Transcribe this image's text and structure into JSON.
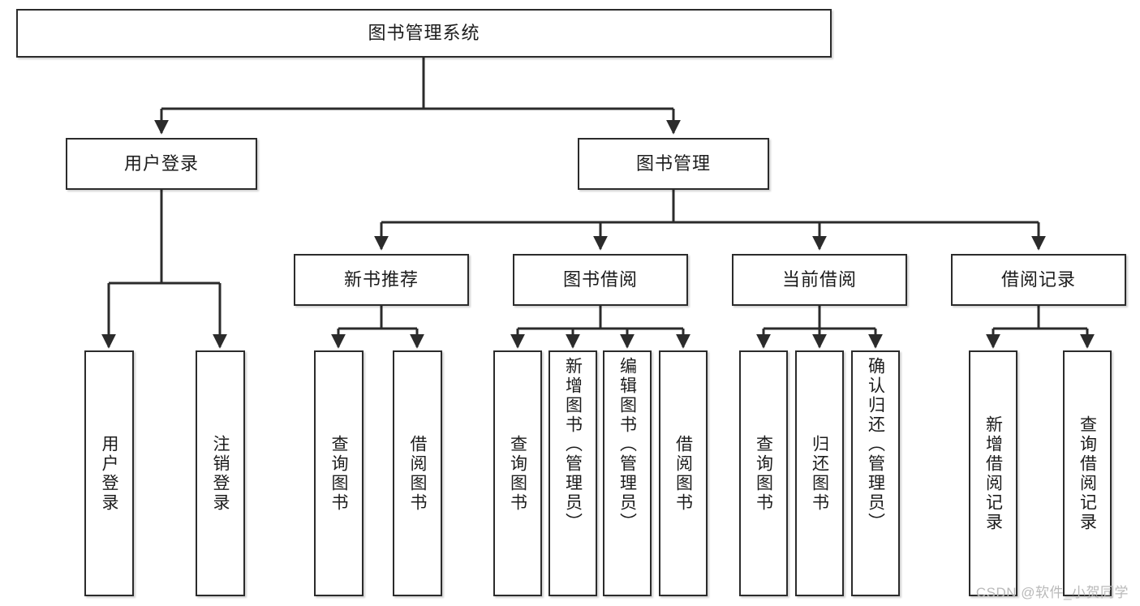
{
  "diagram": {
    "title": "图书管理系统",
    "type": "tree",
    "watermark": "CSDN @软件_小贺同学",
    "colors": {
      "stroke": "#2b2b2b",
      "fill": "#ffffff",
      "text": "#1c1c1c",
      "watermark": "#b9b9b9"
    },
    "root": {
      "label": "图书管理系统"
    },
    "level1": [
      {
        "label": "用户登录"
      },
      {
        "label": "图书管理"
      }
    ],
    "level2": [
      {
        "label": "新书推荐"
      },
      {
        "label": "图书借阅"
      },
      {
        "label": "当前借阅"
      },
      {
        "label": "借阅记录"
      }
    ],
    "leaves": {
      "user_login": [
        {
          "label": "用户登录"
        },
        {
          "label": "注销登录"
        }
      ],
      "new_book_recommend": [
        {
          "label": "查询图书"
        },
        {
          "label": "借阅图书"
        }
      ],
      "book_borrow": [
        {
          "label": "查询图书"
        },
        {
          "label": "新增图书（管理员）"
        },
        {
          "label": "编辑图书（管理员）"
        },
        {
          "label": "借阅图书"
        }
      ],
      "current_borrow": [
        {
          "label": "查询图书"
        },
        {
          "label": "归还图书"
        },
        {
          "label": "确认归还（管理员）"
        }
      ],
      "borrow_record": [
        {
          "label": "新增借阅记录"
        },
        {
          "label": "查询借阅记录"
        }
      ]
    }
  }
}
